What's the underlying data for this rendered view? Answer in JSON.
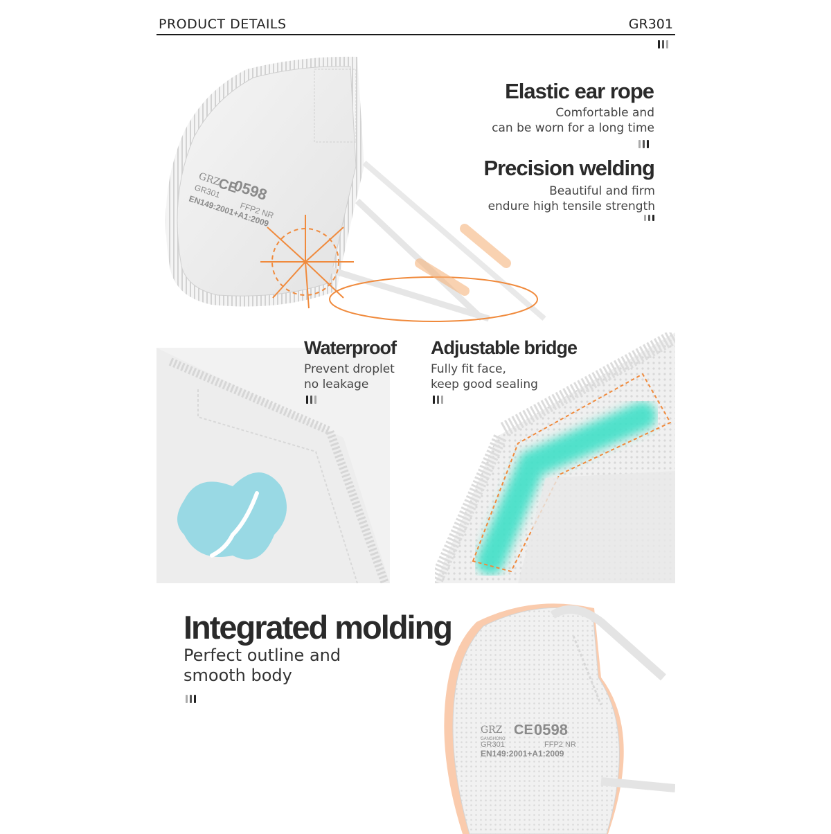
{
  "header": {
    "title": "PRODUCT DETAILS",
    "code": "GR301"
  },
  "features": {
    "ear_rope": {
      "title": "Elastic ear rope",
      "line1": "Comfortable and",
      "line2": "can be worn for a long time"
    },
    "welding": {
      "title": "Precision welding",
      "line1": "Beautiful and firm",
      "line2": "endure high tensile strength"
    },
    "waterproof": {
      "title": "Waterproof",
      "line1": "Prevent droplet",
      "line2": "no leakage"
    },
    "bridge": {
      "title": "Adjustable bridge",
      "line1": "Fully fit face,",
      "line2": "keep good sealing"
    },
    "molding": {
      "title": "Integrated molding",
      "line1": "Perfect outline and",
      "line2": "smooth body"
    }
  },
  "mask_print": {
    "brand": "GRZ",
    "brand_sub": "GANGHONG",
    "ce": "CE",
    "cert": "0598",
    "model": "GR301",
    "class": "FFP2 NR",
    "standard": "EN149:2001+A1:2009"
  },
  "colors": {
    "accent": "#f08a3c",
    "bridge_glow": "#3fe0c8",
    "droplet": "#8fd6e2"
  }
}
